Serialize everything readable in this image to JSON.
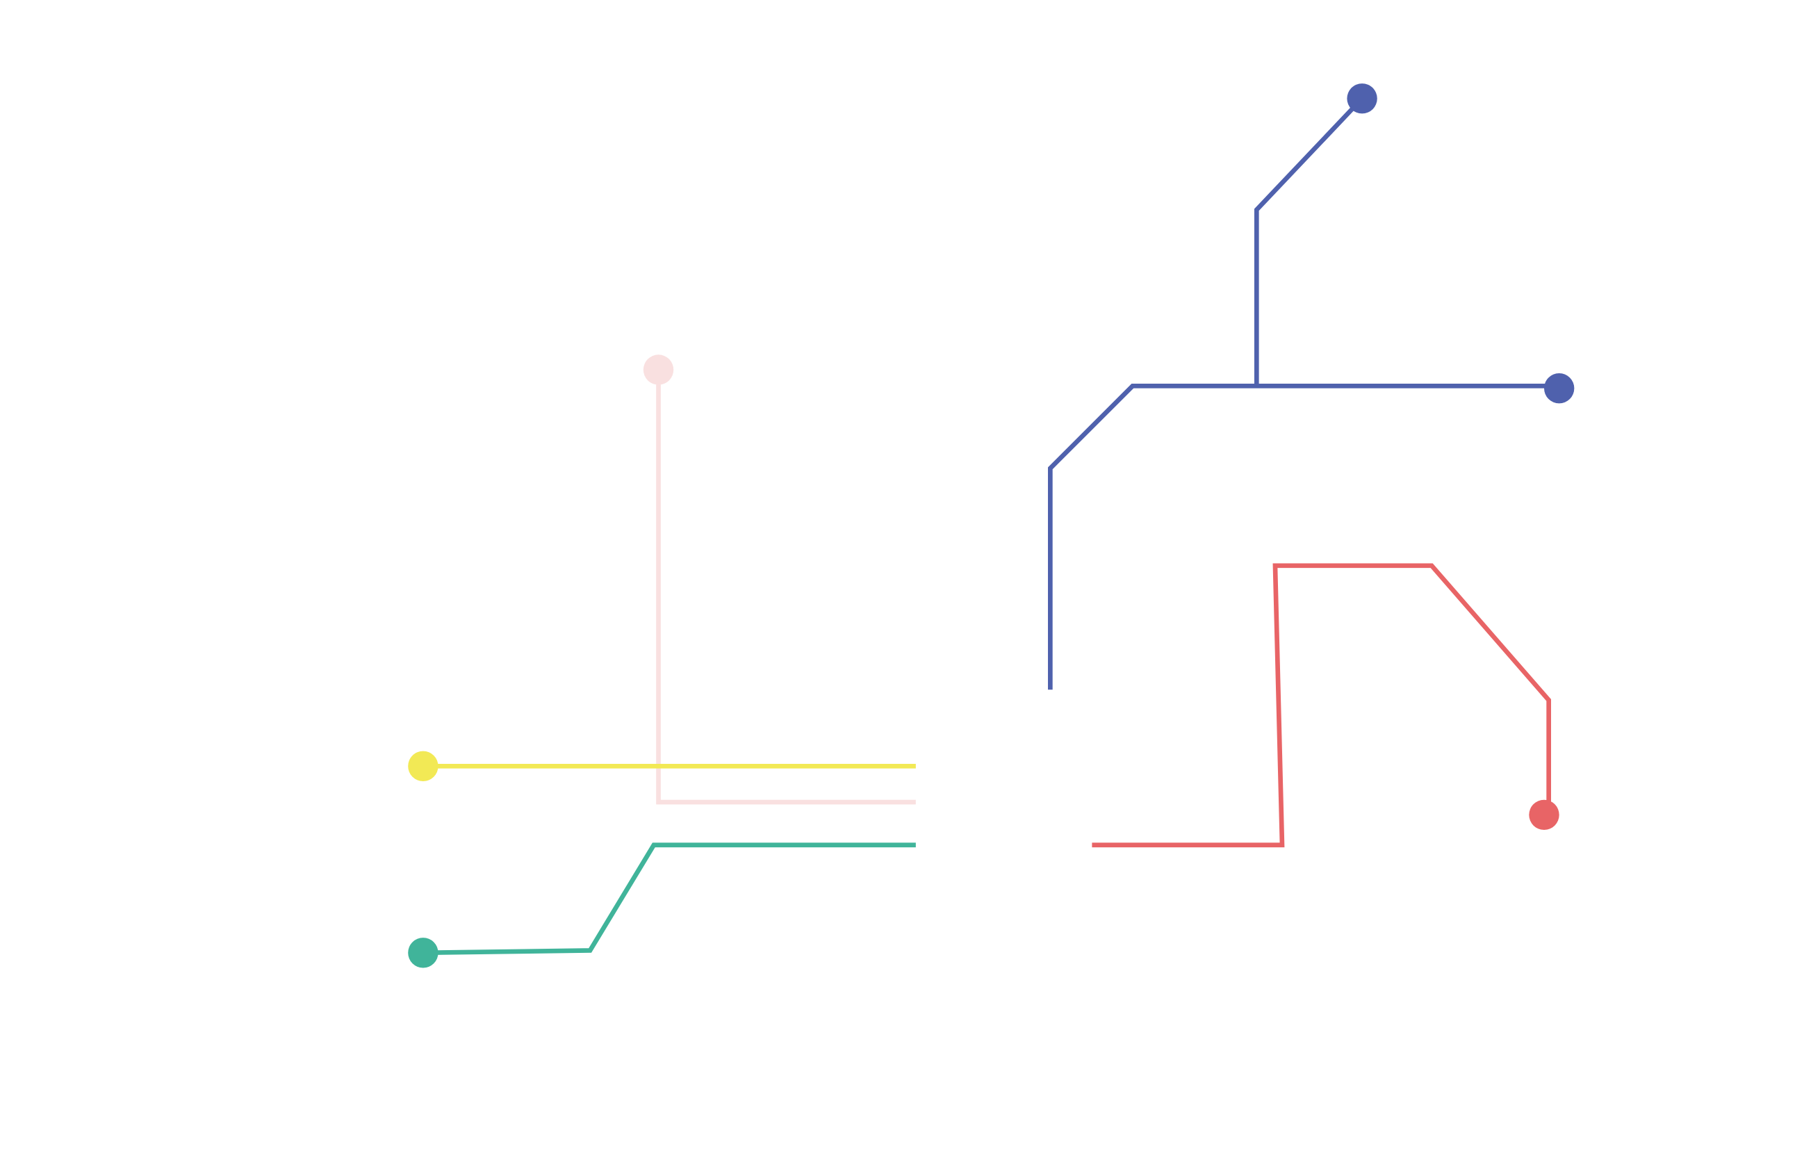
{
  "diagram": {
    "background": "#ffffff",
    "routes": [
      {
        "id": "blue-upper",
        "color": "#4f61ad"
      },
      {
        "id": "blue-lower",
        "color": "#4f61ad"
      },
      {
        "id": "pink",
        "color": "#f9e0e0"
      },
      {
        "id": "yellow",
        "color": "#f2e955"
      },
      {
        "id": "green",
        "color": "#40b49a"
      },
      {
        "id": "red",
        "color": "#e86466"
      }
    ]
  }
}
